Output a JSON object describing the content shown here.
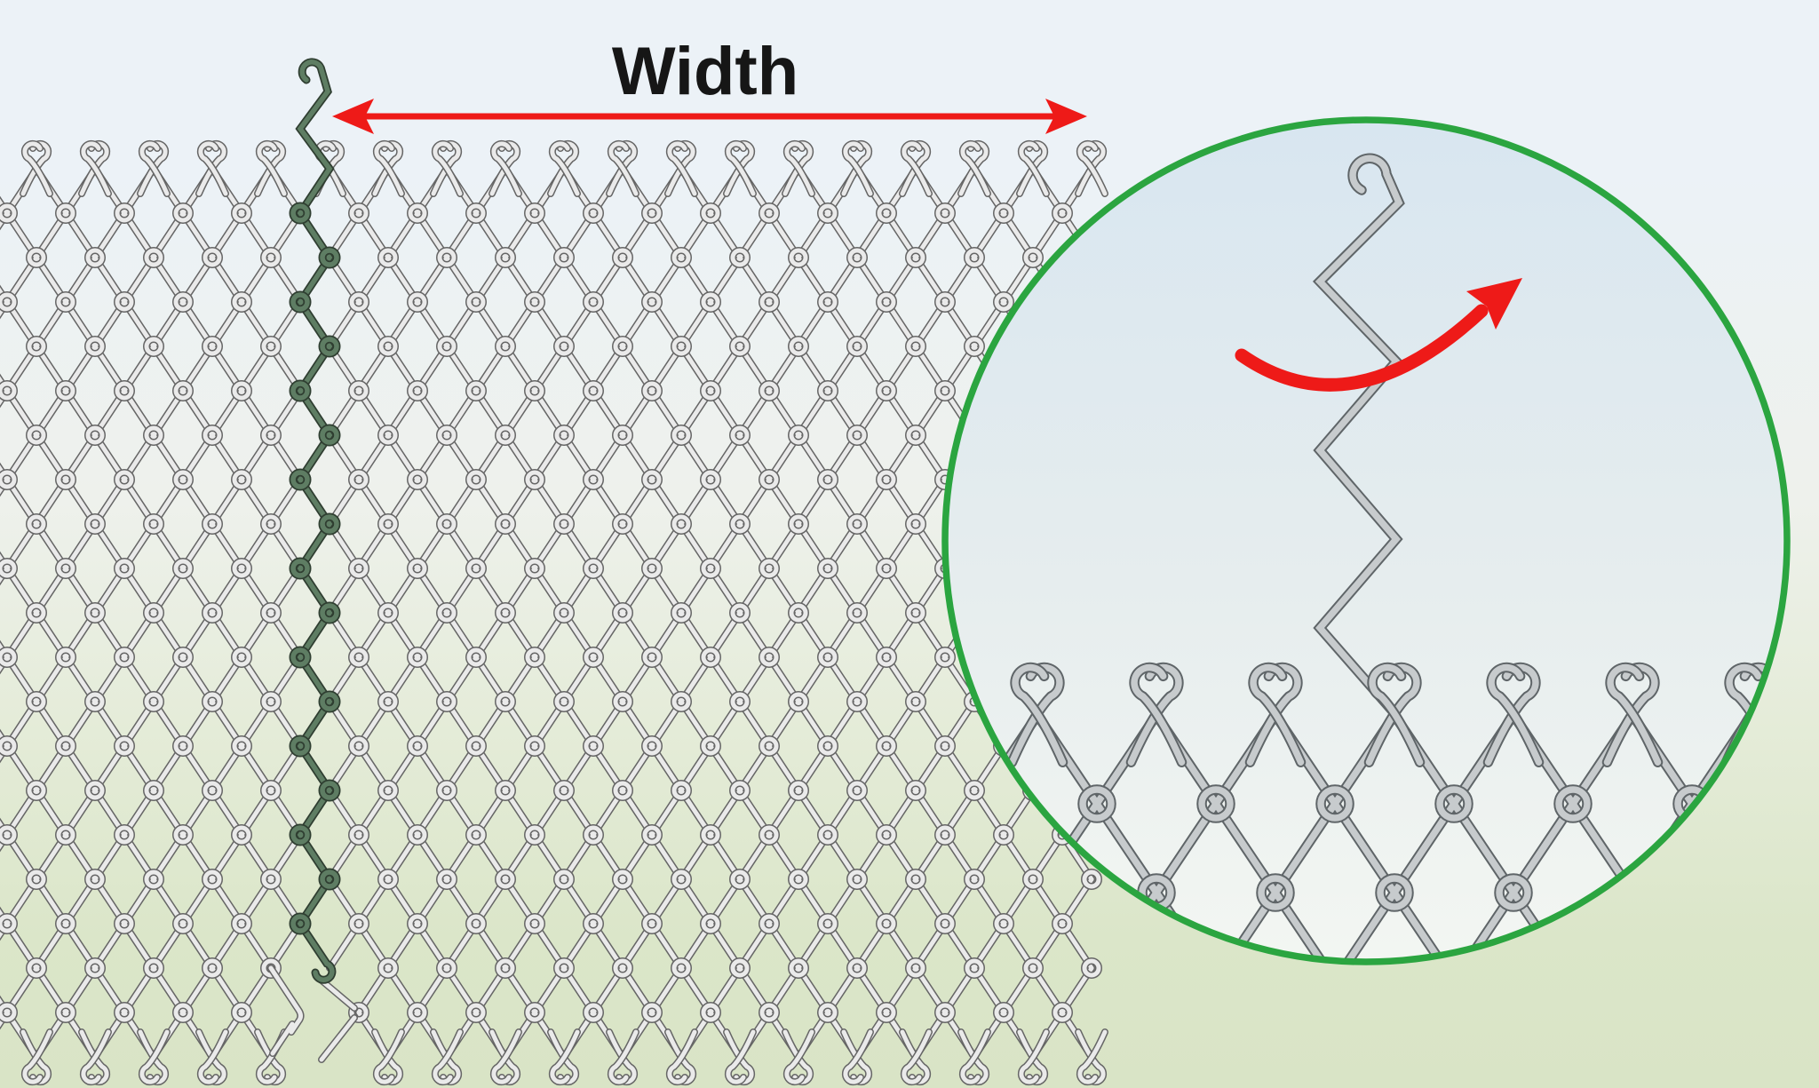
{
  "labels": {
    "width": "Width"
  },
  "colors": {
    "bg_top": "#ecf2f7",
    "bg_mid": "#eef1ec",
    "bg_bottom": "#dbe6c9",
    "arrow_red": "#ee1a18",
    "circle_border": "#2ba540",
    "circle_fill_top": "#d8e6f0",
    "circle_fill_mid": "#e6edee",
    "circle_fill_bottom": "#f3f6f2",
    "wire_fill": "#eaeaea",
    "wire_outline": "#666666",
    "inset_wire_fill": "#c7cbcd",
    "inset_wire_outline": "#5f6568",
    "strand_fill": "#5e7d63",
    "strand_outline": "#2f3e31",
    "label_text": "#161616"
  },
  "icons": {
    "width_arrow": "double-headed-horizontal-arrow",
    "rotation_arrow": "curved-clockwise-rotation-arrow",
    "magnifier_circle": "zoomed-detail-circle"
  }
}
